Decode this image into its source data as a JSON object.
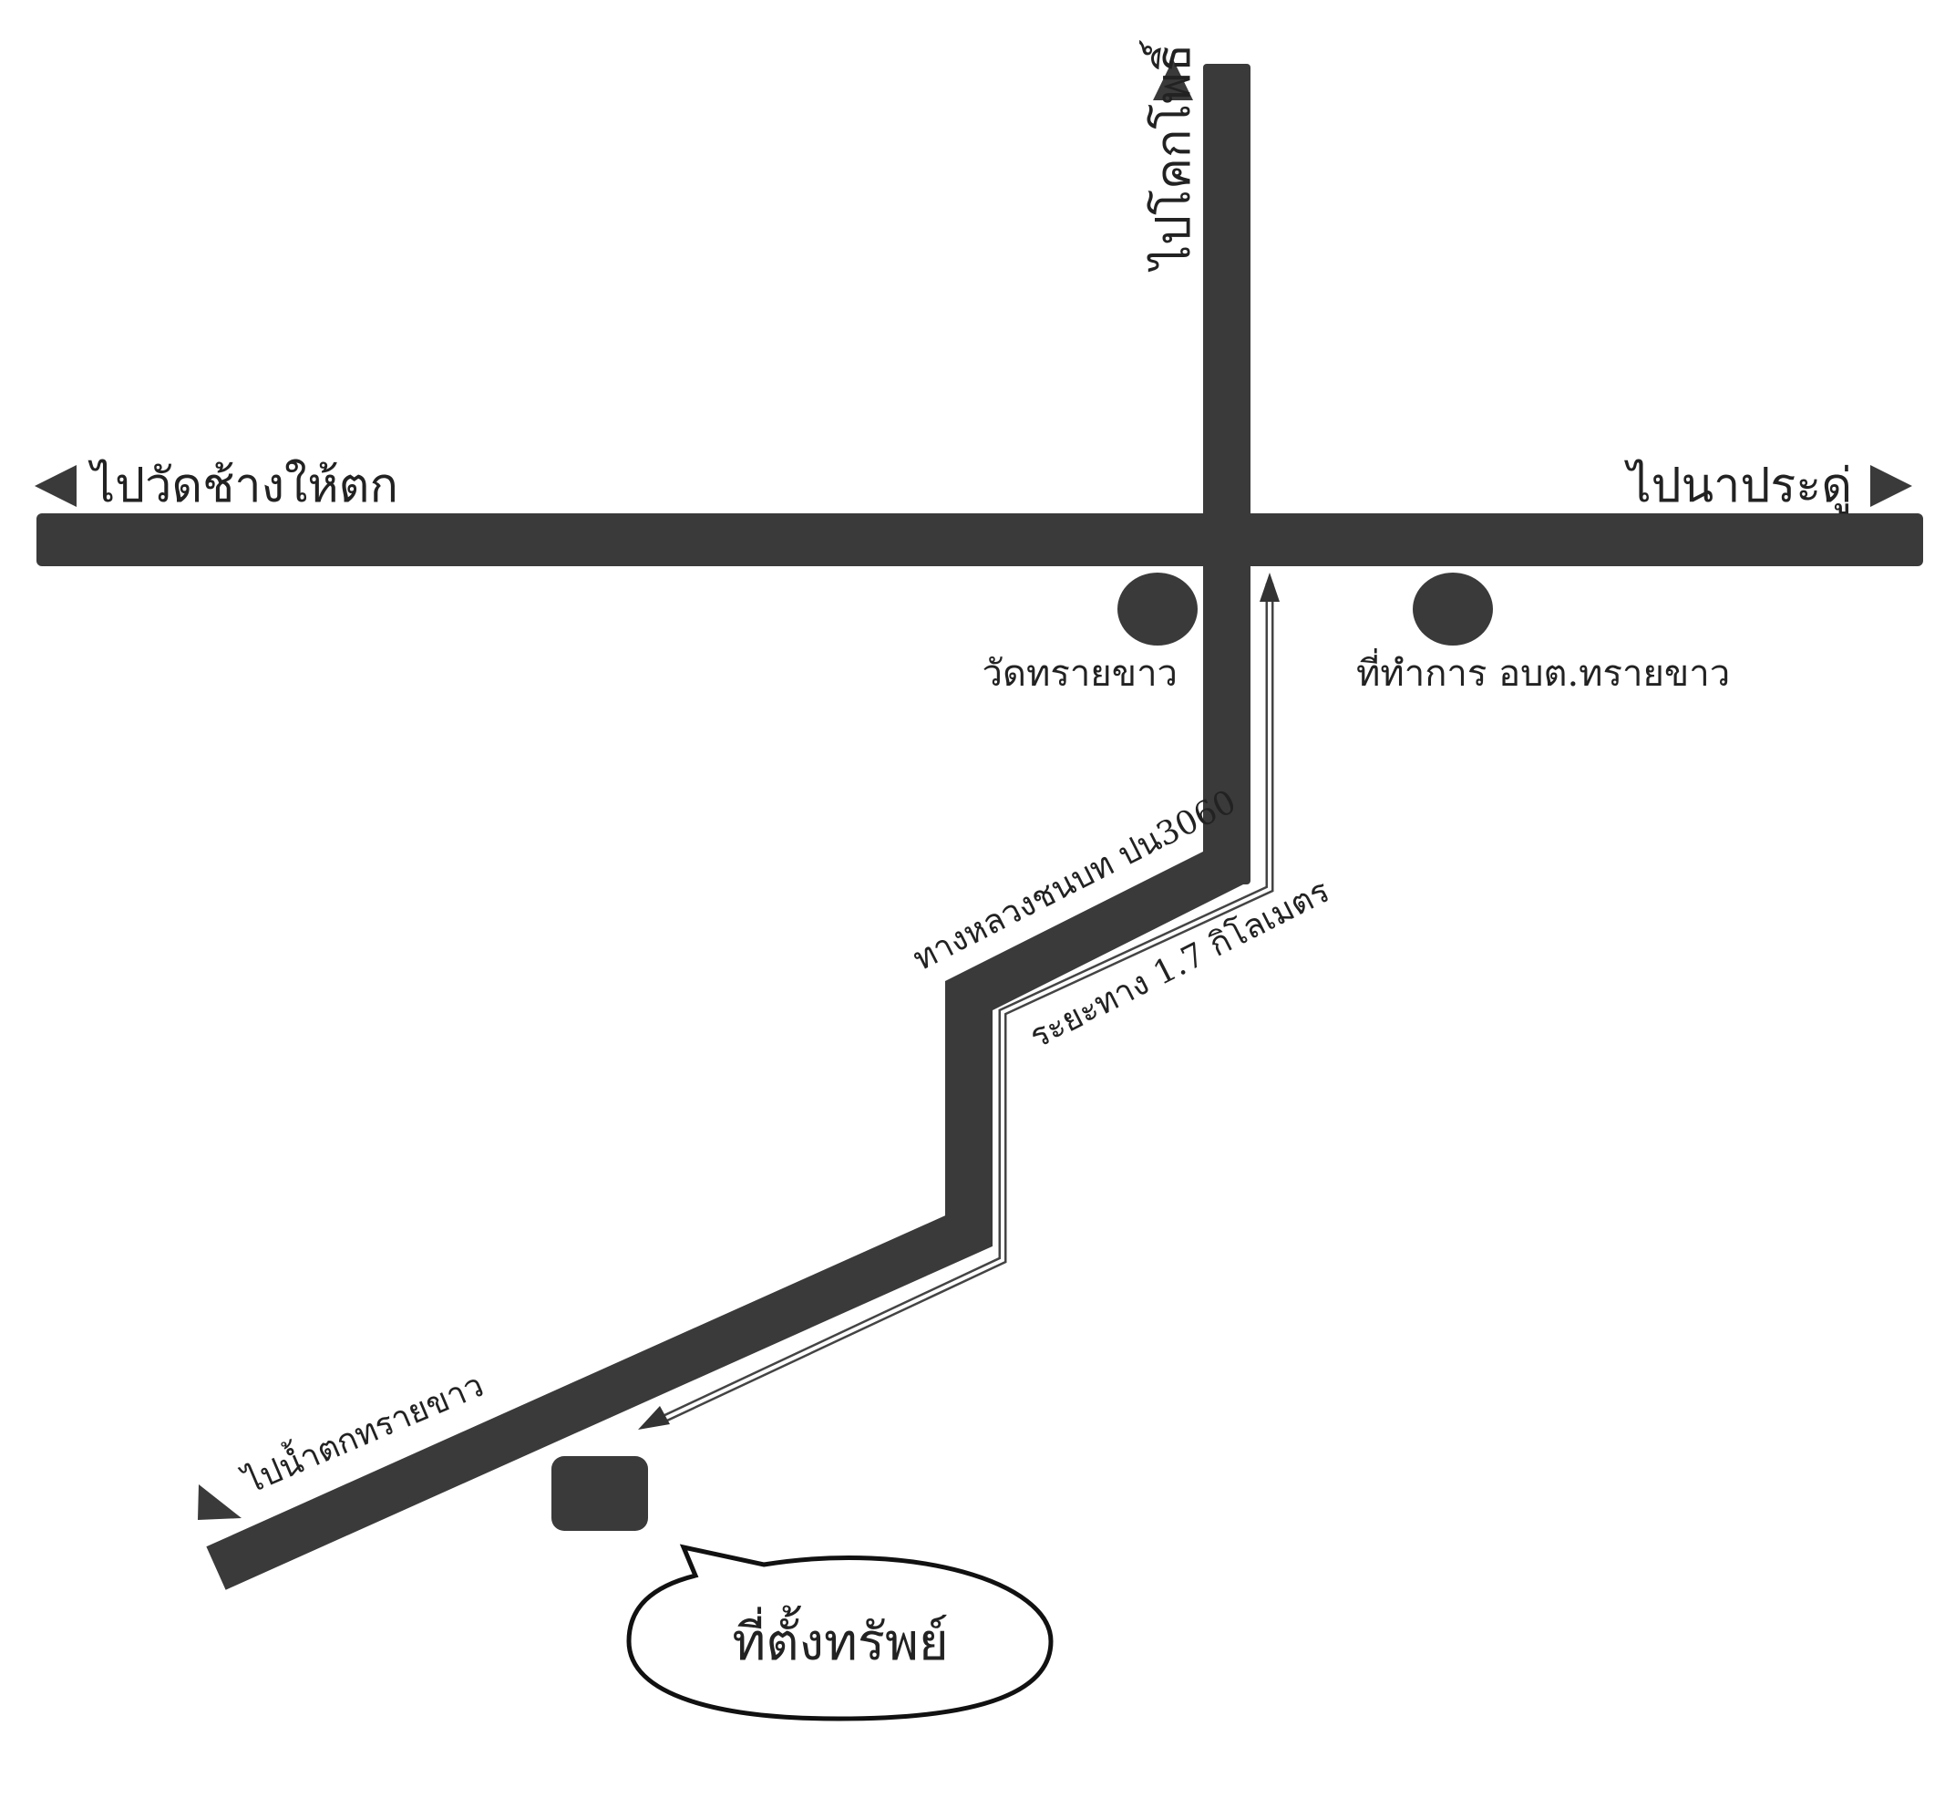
{
  "colors": {
    "road": "#3a3a3a",
    "text": "#222222",
    "background": "#ffffff",
    "outline": "#111111"
  },
  "labels": {
    "north": "ไปโคกโพธิ์",
    "west": "ไปวัดช้างให้ตก",
    "east": "ไปนาประดู่",
    "southwest": "ไปน้ำตกทรายขาว",
    "road_name": "ทางหลวงชนบท ปน3060",
    "distance": "ระยะทาง 1.7 กิโลเมตร",
    "temple": "วัดทรายขาว",
    "office": "ที่ทำการ อบต.ทรายขาว",
    "property": "ที่ตั้งทรัพย์"
  },
  "icons": {
    "direction": "triangle-arrow-icon",
    "landmark": "circle-marker-icon",
    "property": "square-marker-icon"
  }
}
